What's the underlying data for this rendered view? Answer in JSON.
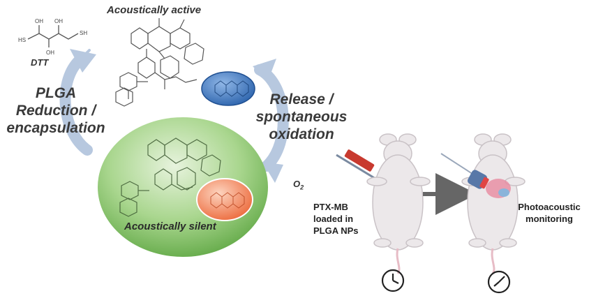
{
  "labels": {
    "acoustically_active": "Acoustically active",
    "dtt": "DTT",
    "plga_reduction": [
      "PLGA",
      "Reduction /",
      "encapsulation"
    ],
    "release_oxidation": [
      "Release /",
      "spontaneous",
      "oxidation"
    ],
    "o2": "O",
    "o2_sub": "2",
    "acoustically_silent": "Acoustically silent",
    "ptx_mb": [
      "PTX-MB",
      "loaded in",
      "PLGA NPs"
    ],
    "photoacoustic": [
      "Photoacoustic",
      "monitoring"
    ]
  },
  "colors": {
    "active_ellipse": "#3b78c4",
    "silent_sphere": "#8cc86e",
    "silent_ellipse": "#f07a52",
    "cycle_arrow": "#a9bcd8",
    "process_arrow": "#666666"
  },
  "icons": [
    "dtt-structure-icon",
    "molecule-structure-icon",
    "syringe-icon",
    "mouse-icon",
    "ultrasound-probe-icon",
    "clock-icon",
    "right-arrow-icon"
  ]
}
